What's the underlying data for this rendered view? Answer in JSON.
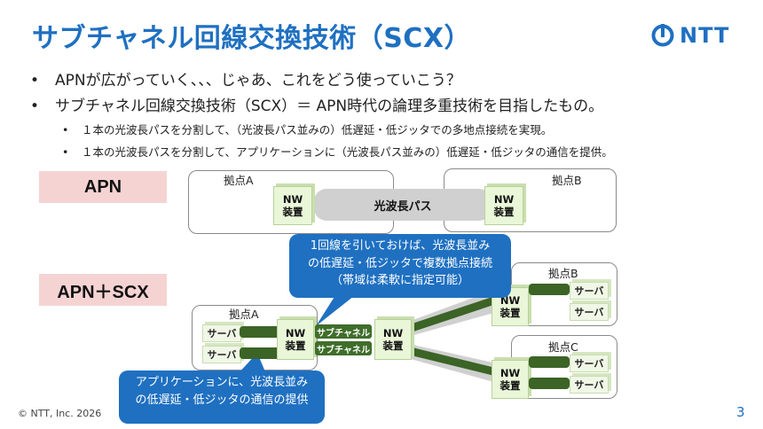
{
  "title": "サブチャネル回線交換技術（SCX）",
  "logo": {
    "text": "NTT"
  },
  "bullets": [
    "APNが広がっていく、、、じゃあ、これをどう使っていこう？",
    "サブチャネル回線交換技術（SCX）＝ APN時代の論理多重技術を目指したもの。"
  ],
  "sub_bullets": [
    "１本の光波長パスを分割して、（光波長パス並みの）低遅延・低ジッタでの多地点接続を実現。",
    "１本の光波長パスを分割して、アプリケーションに（光波長パス並みの）低遅延・低ジッタの通信を提供。"
  ],
  "diagram": {
    "apn_label": "APN",
    "apn_scx_label": "APN＋SCX",
    "site_a": "拠点A",
    "site_b": "拠点B",
    "site_c": "拠点C",
    "nw_line1": "NW",
    "nw_line2": "装置",
    "optical_path": "光波長パス",
    "server": "サーバ",
    "subchannel": "サブチャネル",
    "callout_top": [
      "1回線を引いておけば、光波長並み",
      "の低遅延・低ジッタで複数拠点接続",
      "（帯域は柔軟に指定可能）"
    ],
    "callout_bottom": [
      "アプリケーションに、光波長並み",
      "の低遅延・低ジッタの通信の提供"
    ]
  },
  "footer": "© NTT, Inc.  2026",
  "page_number": "3",
  "colors": {
    "accent": "#1f70c1",
    "label_bg": "#f6d3d3",
    "nw_bg": "#eaf6d8",
    "link_dark": "#3b6426"
  }
}
